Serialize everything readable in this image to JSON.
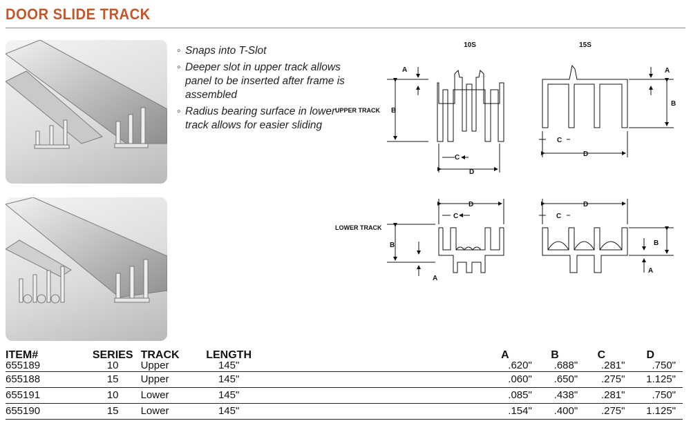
{
  "title": "DOOR SLIDE TRACK",
  "features": [
    "Snaps into T-Slot",
    "Deeper slot in upper track allows panel to be inserted after frame is assembled",
    "Radius bearing surface in lower track allows for easier sliding"
  ],
  "bullet_glyph": "◦",
  "diagram": {
    "series_labels": [
      "10S",
      "15S"
    ],
    "row_labels": [
      "UPPER TRACK",
      "LOWER TRACK"
    ],
    "dim_labels": [
      "A",
      "B",
      "C",
      "D"
    ]
  },
  "table": {
    "headers": [
      "ITEM#",
      "SERIES",
      "TRACK",
      "LENGTH",
      "A",
      "B",
      "C",
      "D"
    ],
    "rows": [
      [
        "655189",
        "10",
        "Upper",
        "145\"",
        ".620\"",
        ".688\"",
        ".281\"",
        ".750\""
      ],
      [
        "655188",
        "15",
        "Upper",
        "145\"",
        ".060\"",
        ".650\"",
        ".275\"",
        "1.125\""
      ],
      [
        "655191",
        "10",
        "Lower",
        "145\"",
        ".085\"",
        ".438\"",
        ".281\"",
        ".750\""
      ],
      [
        "655190",
        "15",
        "Lower",
        "145\"",
        ".154\"",
        ".400\"",
        ".275\"",
        "1.125\""
      ]
    ]
  },
  "colors": {
    "title": "#c8552a",
    "line": "#111111",
    "photo_bg": "#d9d9d9"
  }
}
